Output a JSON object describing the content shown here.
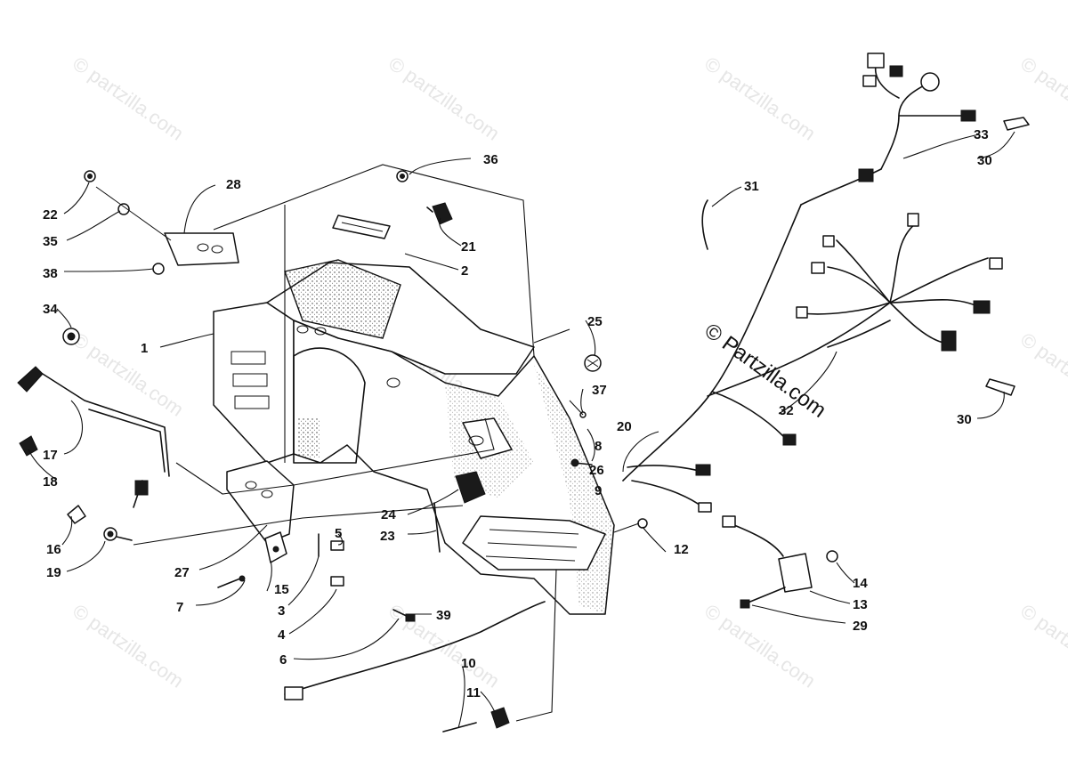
{
  "watermark": {
    "text": "© partzilla.com",
    "center_text": "© Partzilla.com"
  },
  "callouts": {
    "n1": "1",
    "n2": "2",
    "n3": "3",
    "n4": "4",
    "n5": "5",
    "n6": "6",
    "n7": "7",
    "n8": "8",
    "n9": "9",
    "n10": "10",
    "n11": "11",
    "n12": "12",
    "n13": "13",
    "n14": "14",
    "n15": "15",
    "n16": "16",
    "n17": "17",
    "n18": "18",
    "n19": "19",
    "n20": "20",
    "n21": "21",
    "n22": "22",
    "n23": "23",
    "n24": "24",
    "n25": "25",
    "n26": "26",
    "n27": "27",
    "n28": "28",
    "n29": "29",
    "n30a": "30",
    "n30b": "30",
    "n31": "31",
    "n32": "32",
    "n33": "33",
    "n34": "34",
    "n35": "35",
    "n36": "36",
    "n37": "37",
    "n38": "38",
    "n39": "39"
  },
  "colors": {
    "ink": "#111111",
    "watermark": "#e6e6e6",
    "background": "#ffffff"
  }
}
